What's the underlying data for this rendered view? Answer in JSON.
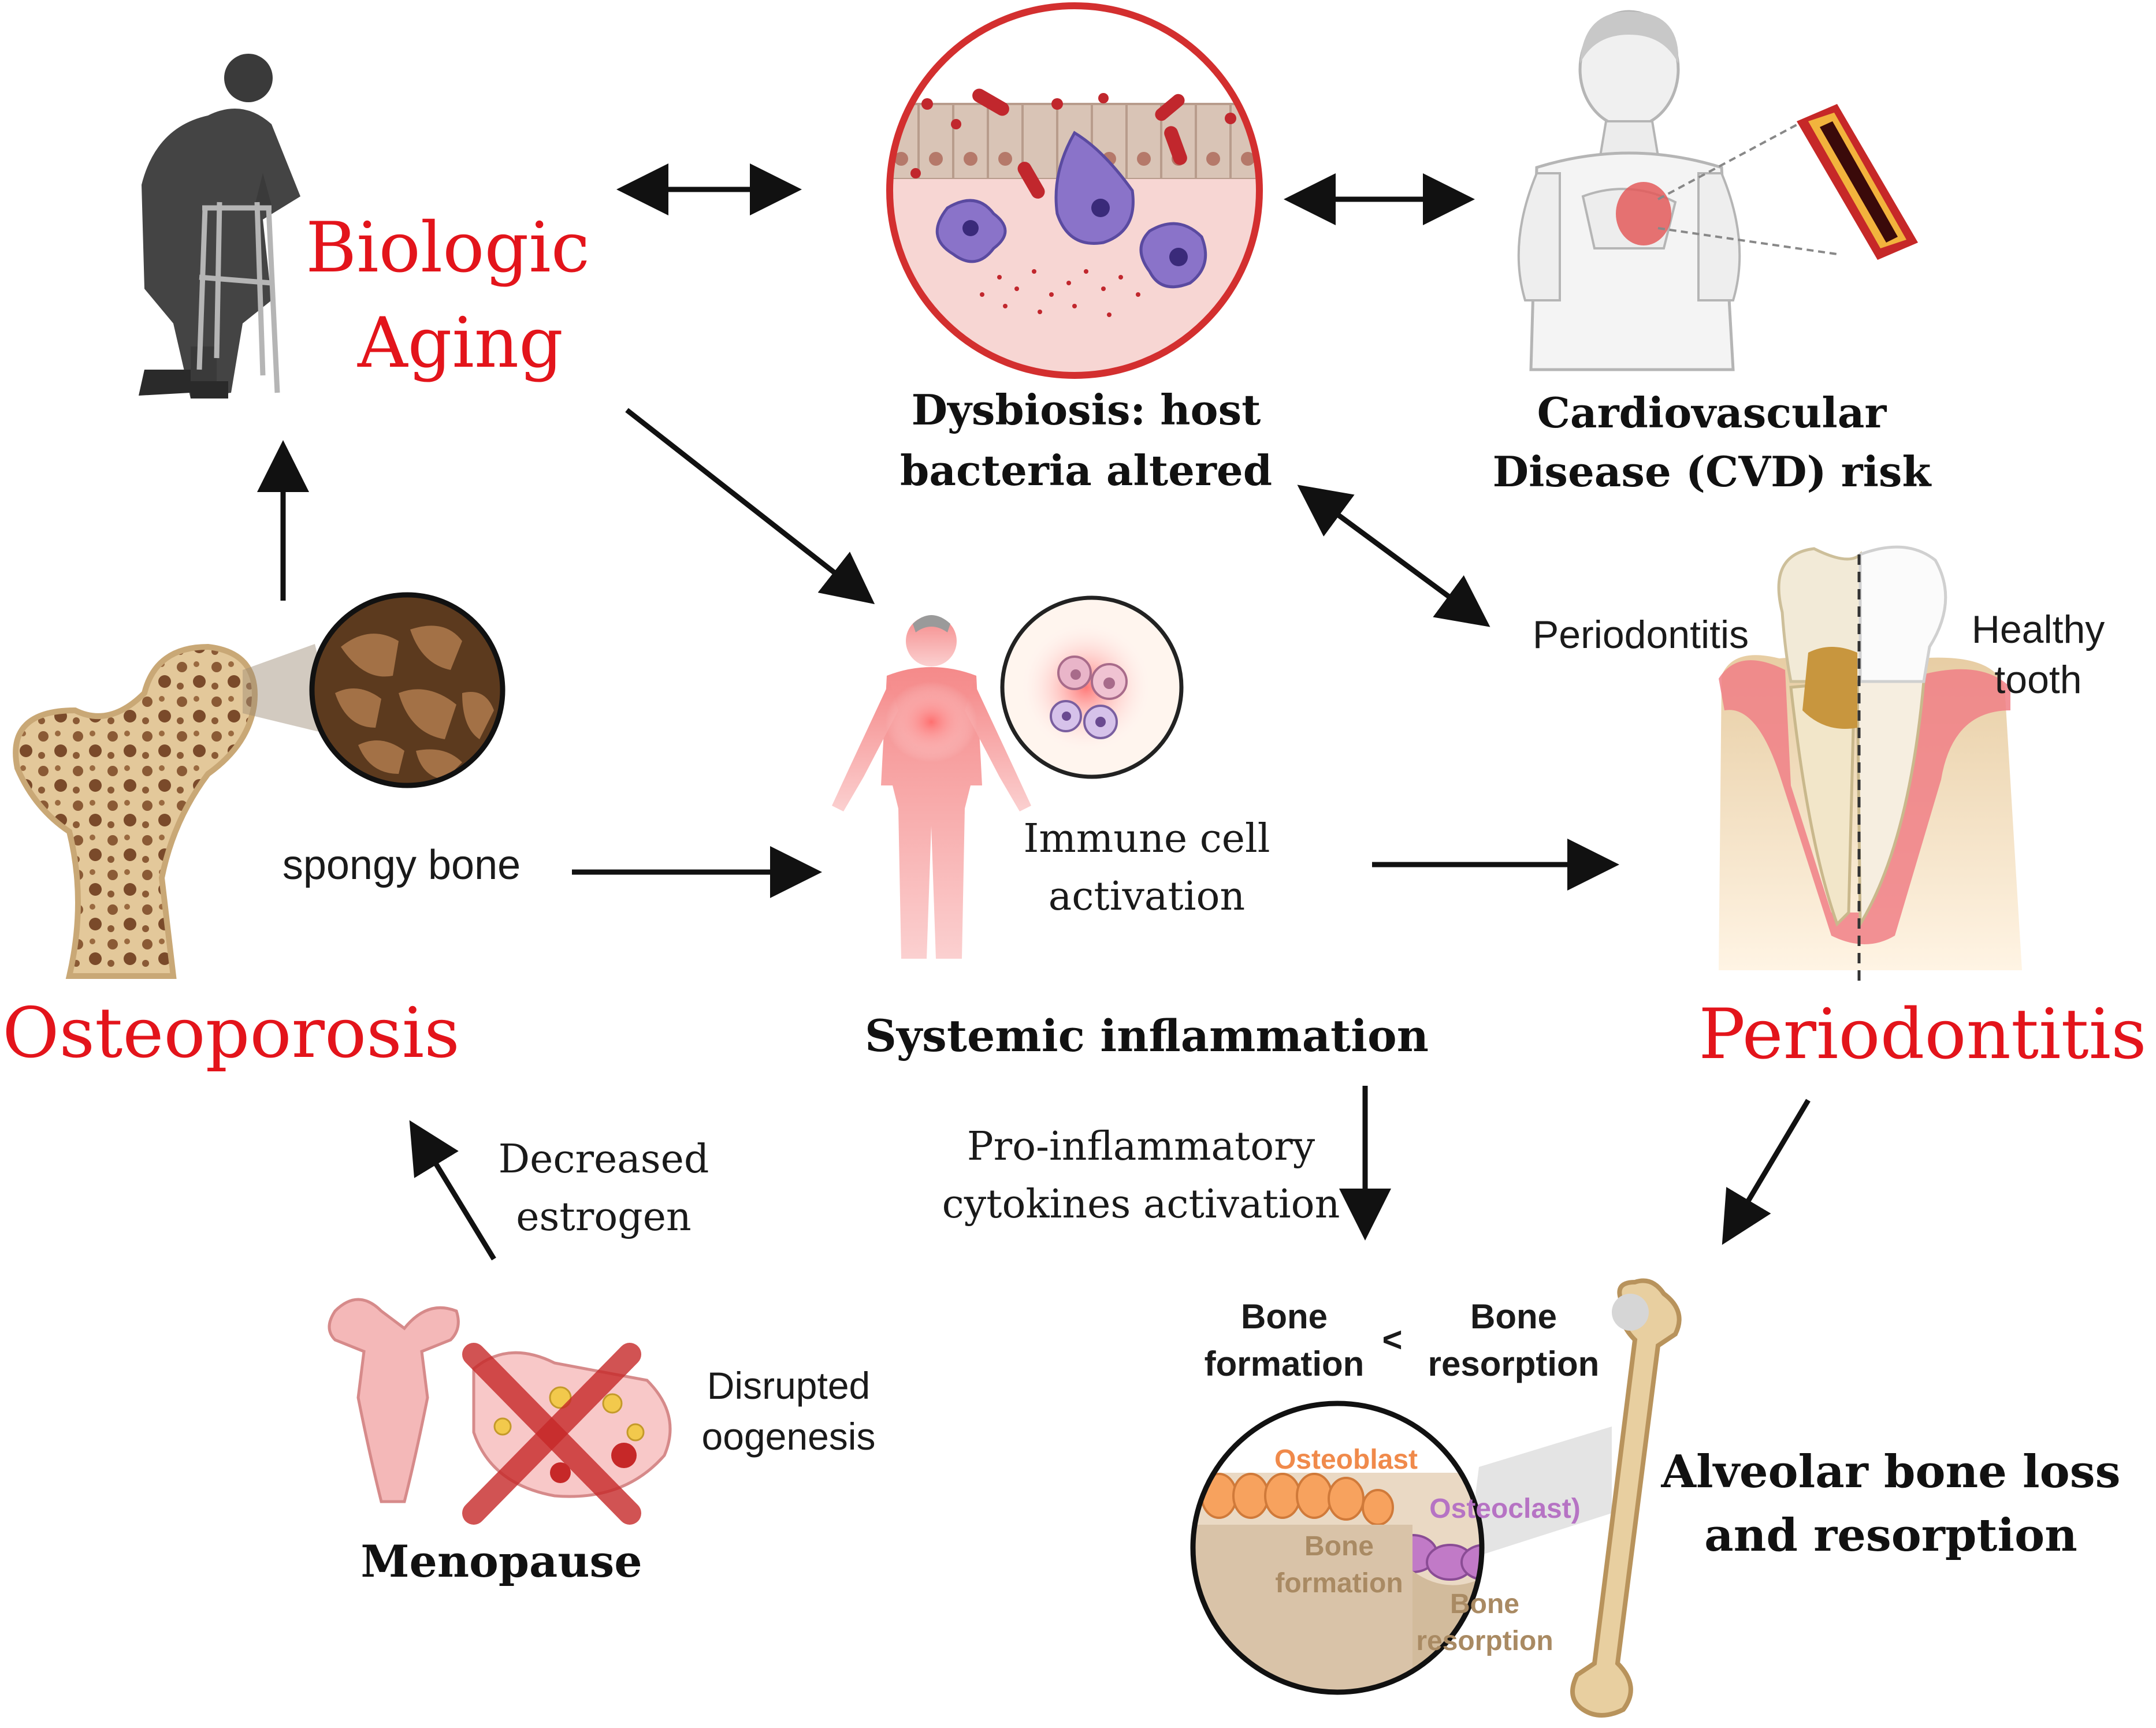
{
  "nodes": {
    "aging": {
      "line1": "Biologic",
      "line2": "Aging"
    },
    "dysbiosis": {
      "line1": "Dysbiosis: host",
      "line2": "bacteria altered"
    },
    "cvd": {
      "line1": "Cardiovascular",
      "line2": "Disease (CVD) risk"
    },
    "osteoporosis": {
      "title": "Osteoporosis",
      "spongy": "spongy bone"
    },
    "inflammation": {
      "title": "Systemic inflammation",
      "immune_line1": "Immune cell",
      "immune_line2": "activation"
    },
    "periodontitis": {
      "title": "Periodontitis",
      "tooth_left": "Periodontitis",
      "tooth_right_line1": "Healthy",
      "tooth_right_line2": "tooth"
    },
    "menopause": {
      "title": "Menopause",
      "side_line1": "Disrupted",
      "side_line2": "oogenesis"
    },
    "bone_loss": {
      "title_line1": "Alveolar bone loss",
      "title_line2": "and resorption",
      "formation_line1": "Bone",
      "formation_line2": "formation",
      "less_than": "<",
      "resorption_line1": "Bone",
      "resorption_line2": "resorption",
      "osteoblast": "Osteoblast",
      "osteoclast": "Osteoclast)",
      "inner_formation_line1": "Bone",
      "inner_formation_line2": "formation",
      "inner_resorption_line1": "Bone",
      "inner_resorption_line2": "resorption"
    }
  },
  "edge_labels": {
    "estrogen_line1": "Decreased",
    "estrogen_line2": "estrogen",
    "cytokines_line1": "Pro-inflammatory",
    "cytokines_line2": "cytokines activation"
  },
  "colors": {
    "title_red": "#e3141b",
    "arrow": "#111111",
    "body_pink": "#f26a6a",
    "bone_tan": "#e3c89a",
    "gum_pink": "#f2a0a0"
  }
}
